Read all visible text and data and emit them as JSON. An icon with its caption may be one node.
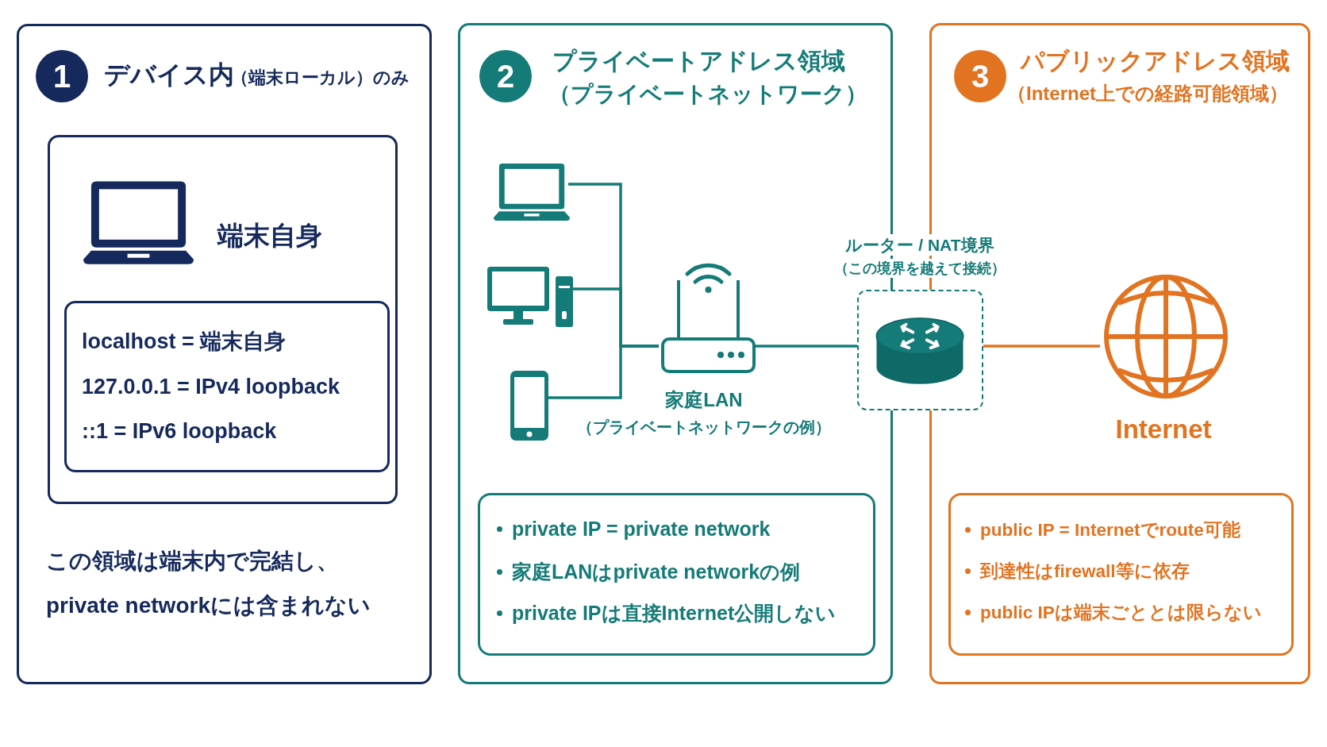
{
  "diagram": {
    "nodes": [
      {
        "text": [
          "1",
          "デバイス内",
          "（端末ローカル）のみ",
          "この領域は端末内で完結し、private networkには含まれない"
        ]
      },
      {
        "text": [
          "端末自身"
        ],
        "in": 0
      },
      {
        "text": [
          "localhost = 端末自身",
          "127.0.0.1 = IPv4 loopback",
          "::1 = IPv6 loopback"
        ],
        "in": 1
      },
      {
        "text": [
          "2",
          "プライベートアドレス領域",
          "（プライベートネットワーク）"
        ]
      },
      {
        "text": [],
        "shape": "laptop",
        "in": 3
      },
      {
        "text": [],
        "shape": "desktop",
        "in": 3
      },
      {
        "text": [],
        "shape": "phone",
        "in": 3
      },
      {
        "text": [],
        "shape": "router",
        "in": 3,
        "beside": [
          "家庭LAN",
          "（プライベートネットワークの例）"
        ]
      },
      {
        "text": [
          "private IP = private network",
          "家庭LANはprivate networkの例",
          "private IPは直接Internet公開しない"
        ],
        "in": 3
      },
      {
        "text": [
          "3",
          "パブリックアドレス領域",
          "（Internet上での経路可能領域）"
        ]
      },
      {
        "text": [],
        "shape": "router",
        "beside": [
          "ルーター / NAT境界",
          "（この境界を越えて接続）"
        ]
      },
      {
        "text": [],
        "shape": "globe",
        "in": 9,
        "beside": [
          "Internet"
        ]
      },
      {
        "text": [
          "public IP = Internetでroute可能",
          "到達性はfirewall等に依存",
          "public IPは端末ごととは限らない"
        ],
        "in": 9
      }
    ],
    "edges": [
      {
        "from": 4,
        "to": 7,
        "arrow": "none"
      },
      {
        "from": 5,
        "to": 7,
        "arrow": "none"
      },
      {
        "from": 6,
        "to": 7,
        "arrow": "none"
      },
      {
        "from": 7,
        "to": 10,
        "arrow": "none"
      },
      {
        "from": 10,
        "to": 11,
        "arrow": "none",
        "color": "#e27320"
      }
    ]
  }
}
